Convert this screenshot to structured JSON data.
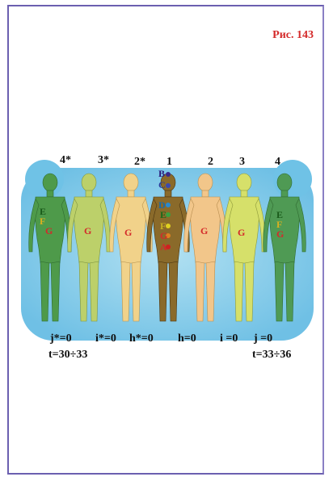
{
  "figure": {
    "label": "Рис. 143"
  },
  "top_labels": [
    "4*",
    "3*",
    "2*",
    "1",
    "2",
    "3",
    "4"
  ],
  "letters": {
    "E": "E",
    "F": "F",
    "G": "G",
    "B": "B",
    "C": "C",
    "D": "D",
    "A": "A"
  },
  "bottom_labels": {
    "j_star": "j*=0",
    "i_star": "i*=0",
    "h_star": "h*=0",
    "h": "h=0",
    "i": "i =0",
    "j": "j =0",
    "t_left": "t=30÷33",
    "t_right": "t=33÷36"
  },
  "colors": {
    "frame": "#6b5fb0",
    "label_red": "#d42a2a",
    "aura": "#7cc8e8",
    "fig_dark_green": "#4e9a4a",
    "fig_light_green": "#a8c85a",
    "fig_light_yellow": "#e9e38a",
    "fig_peach": "#f1c98a",
    "fig_center": "#8a6a2a",
    "fig_center_light": "#e6c97a"
  }
}
